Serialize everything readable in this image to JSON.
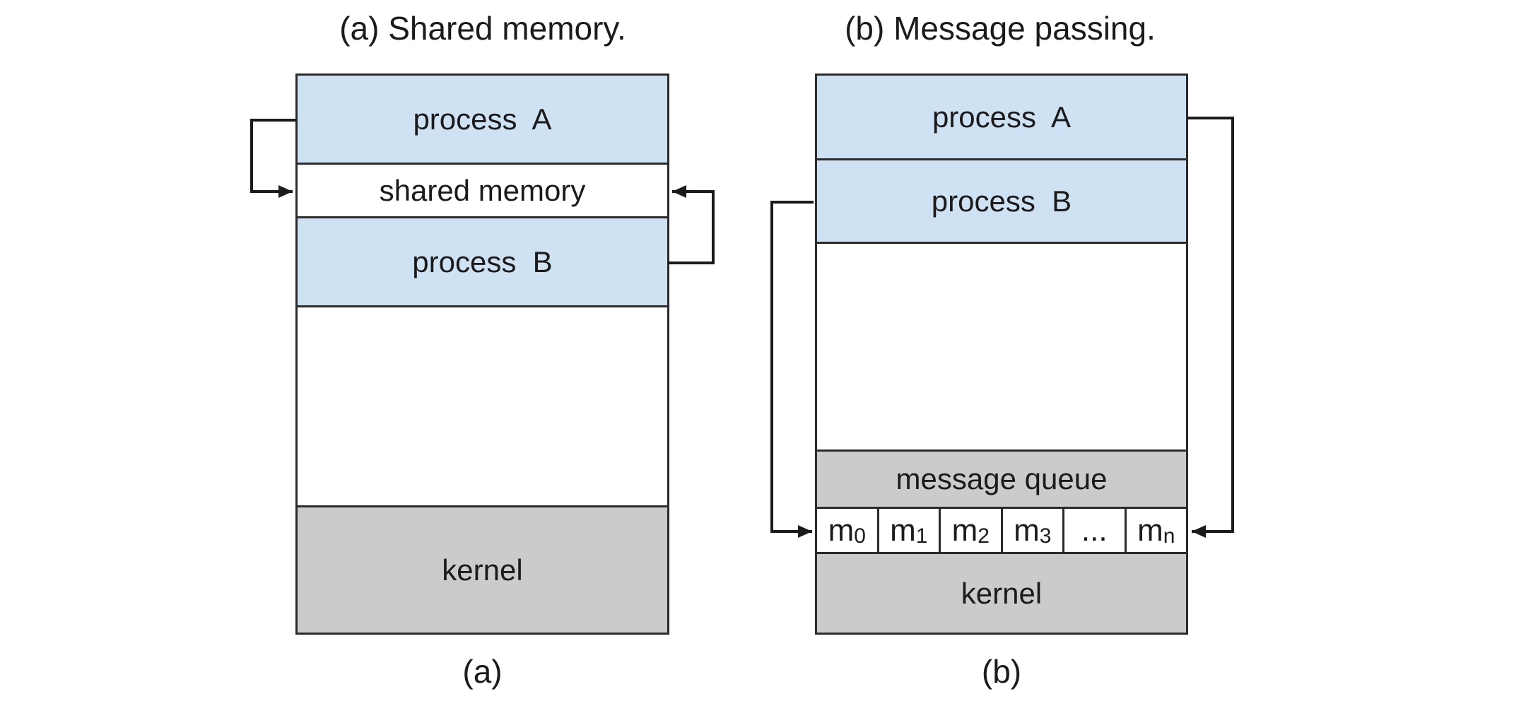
{
  "colors": {
    "process_fill": "#cfe2f3",
    "kernel_fill": "#cbcbcb",
    "queue_header_fill": "#cbcbcb",
    "border": "#2d2a2b",
    "arrow": "#1c1a1b",
    "background": "#ffffff"
  },
  "diagram_a": {
    "title": "(a) Shared memory.",
    "caption": "(a)",
    "process_a": "process  A",
    "shared_memory": "shared memory",
    "process_b": "process  B",
    "kernel": "kernel"
  },
  "diagram_b": {
    "title": "(b) Message passing.",
    "caption": "(b)",
    "process_a": "process  A",
    "process_b": "process  B",
    "message_queue": "message queue",
    "kernel": "kernel",
    "queue_cells": [
      {
        "label": "m",
        "subscript": "0"
      },
      {
        "label": "m",
        "subscript": "1"
      },
      {
        "label": "m",
        "subscript": "2"
      },
      {
        "label": "m",
        "subscript": "3"
      },
      {
        "label": "...",
        "subscript": ""
      },
      {
        "label": "m",
        "subscript": "n"
      }
    ]
  }
}
